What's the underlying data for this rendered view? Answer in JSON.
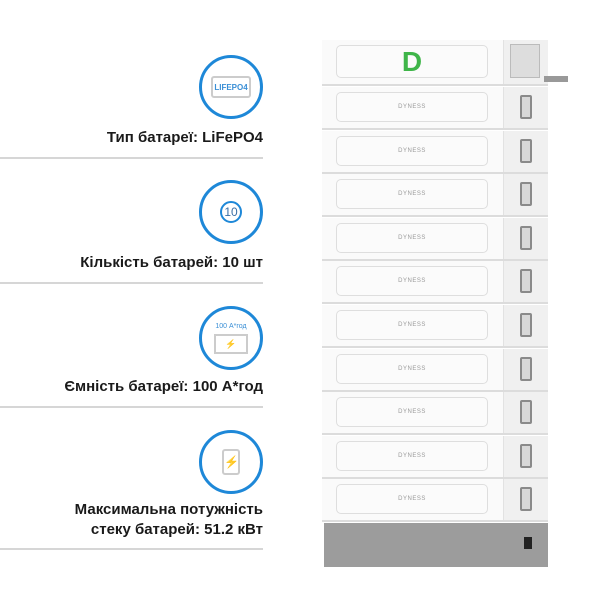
{
  "features": [
    {
      "icon": "lifepo4-battery-icon",
      "icon_text": "LIFEPO4",
      "label": "Тип батареї: LiFePO4"
    },
    {
      "icon": "battery-count-icon",
      "icon_text": "10",
      "label": "Кількість батарей: 10 шт"
    },
    {
      "icon": "car-battery-icon",
      "icon_text": "100 А*год",
      "label": "Ємність батареї: 100 А*год"
    },
    {
      "icon": "strong-battery-icon",
      "label_line1": "Максимальна потужність",
      "label_line2": "стеку батарей: 51.2 кВт"
    }
  ],
  "product": {
    "logo": "D",
    "brand": "DYNESS",
    "module_count": 10
  },
  "colors": {
    "accent": "#1e88d8",
    "logo": "#3fb549",
    "base": "#9c9c9c"
  }
}
